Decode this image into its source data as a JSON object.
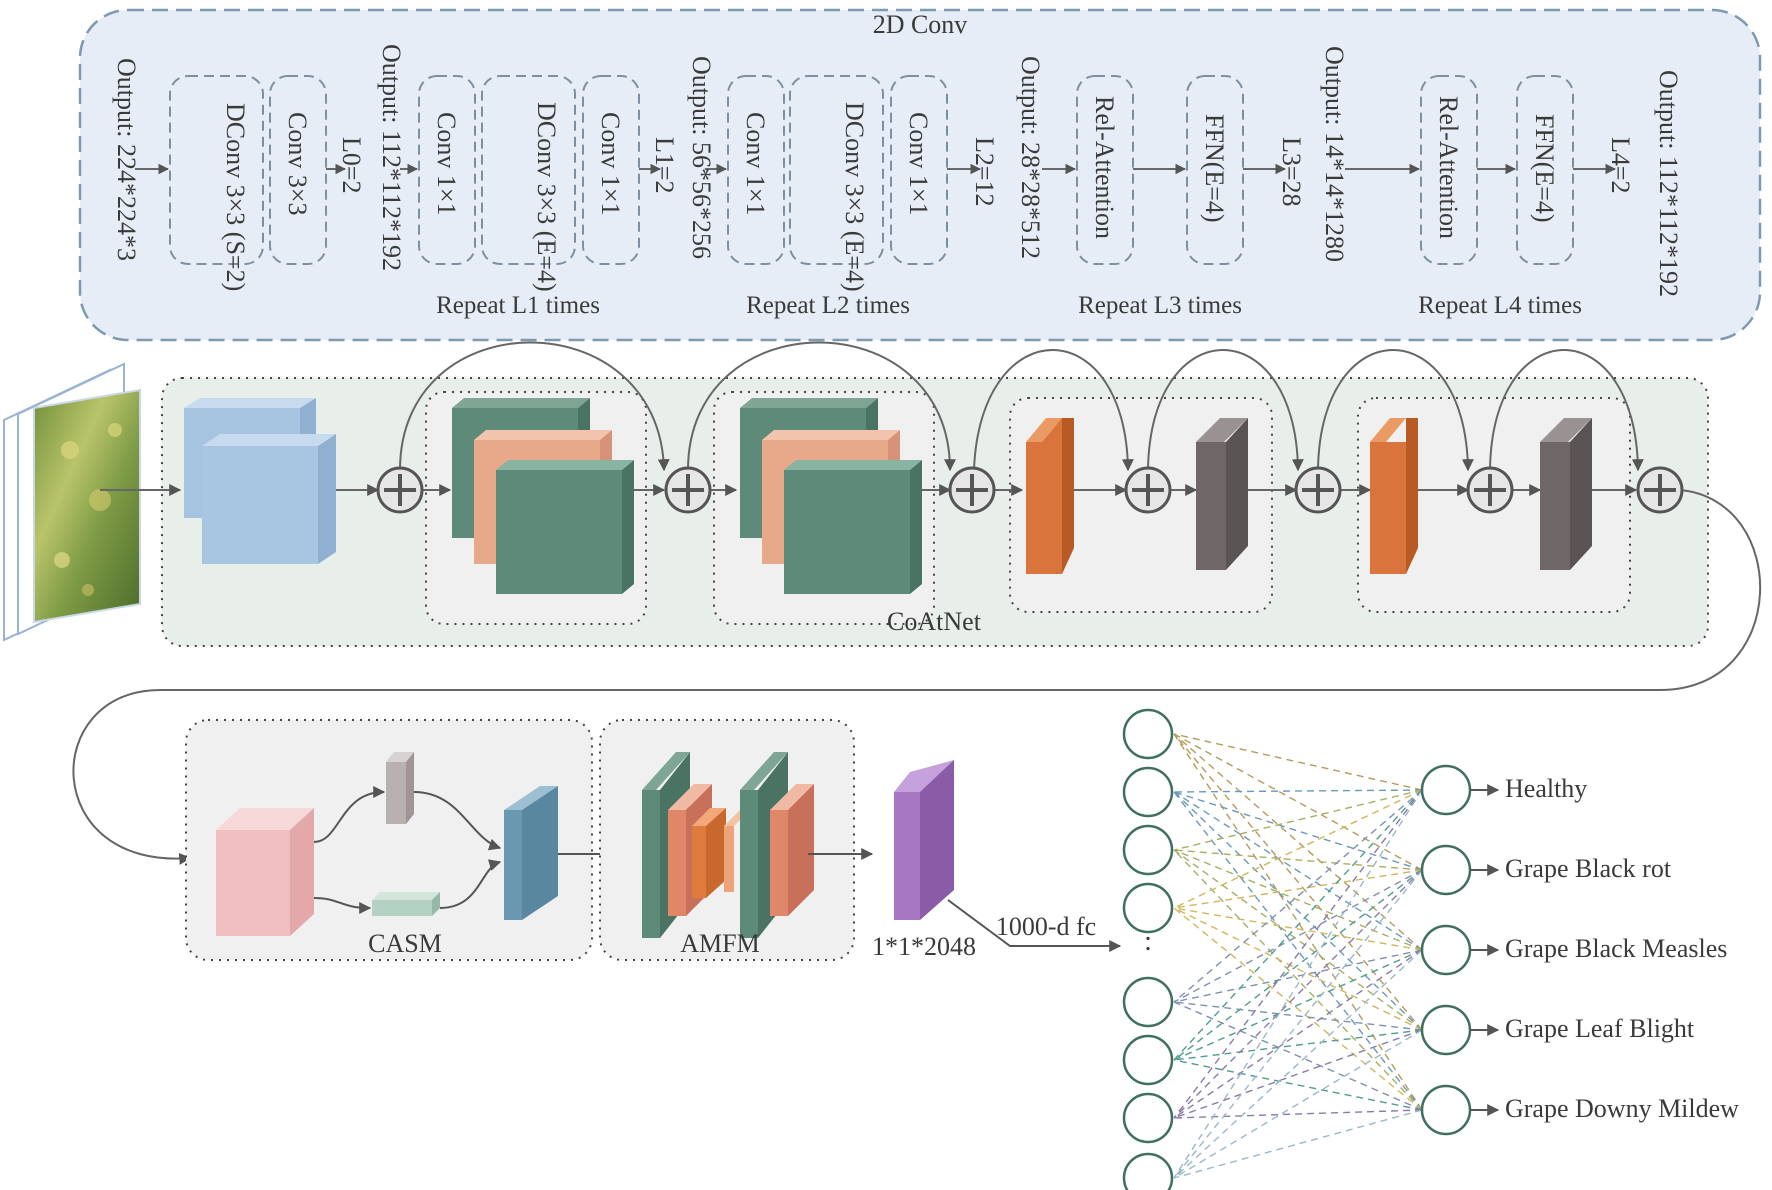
{
  "conv_panel": {
    "title": "2D Conv",
    "outputs": [
      "Output: 224*224*3",
      "Output: 112*112*192",
      "Output: 56*56*256",
      "Output: 28*28*512",
      "Output: 14*14*1280",
      "Output: 112*112*192"
    ],
    "layer_counts": [
      "L0=2",
      "L1=2",
      "L2=12",
      "L3=28",
      "L4=2"
    ],
    "stage0_blocks": [
      "DConv 3×3 (S=2)",
      "Conv 3×3"
    ],
    "mbconv_blocks": [
      "Conv 1×1",
      "DConv 3×3 (E=4)",
      "Conv 1×1"
    ],
    "transformer_blocks": [
      "Rel-Attention",
      "FFN(E=4)"
    ],
    "repeats": [
      "Repeat L1 times",
      "Repeat L2 times",
      "Repeat L3 times",
      "Repeat L4 times"
    ]
  },
  "backbone": {
    "label": "CoAtNet"
  },
  "modules": {
    "casm": "CASM",
    "amfm": "AMFM"
  },
  "feature": {
    "size": "1*1*2048",
    "fc": "1000-d fc"
  },
  "classifier": {
    "ellipsis": ":",
    "classes": [
      "Healthy",
      "Grape Black rot",
      "Grape Black Measles",
      "Grape Leaf Blight",
      "Grape Downy Mildew"
    ]
  },
  "colors": {
    "panel": "#e7edf6",
    "panel_border": "#7d9ab3",
    "coatnet_bg": "#e8eee9",
    "blue_block": "#a6c3df",
    "green_block": "#5e8a79",
    "peach_block": "#e8a98b",
    "orange_block": "#d9743c",
    "gray_block": "#6f6767",
    "pink_block": "#f2bfc0",
    "purple_block": "#a777c4",
    "teal_block": "#6a98b1"
  }
}
